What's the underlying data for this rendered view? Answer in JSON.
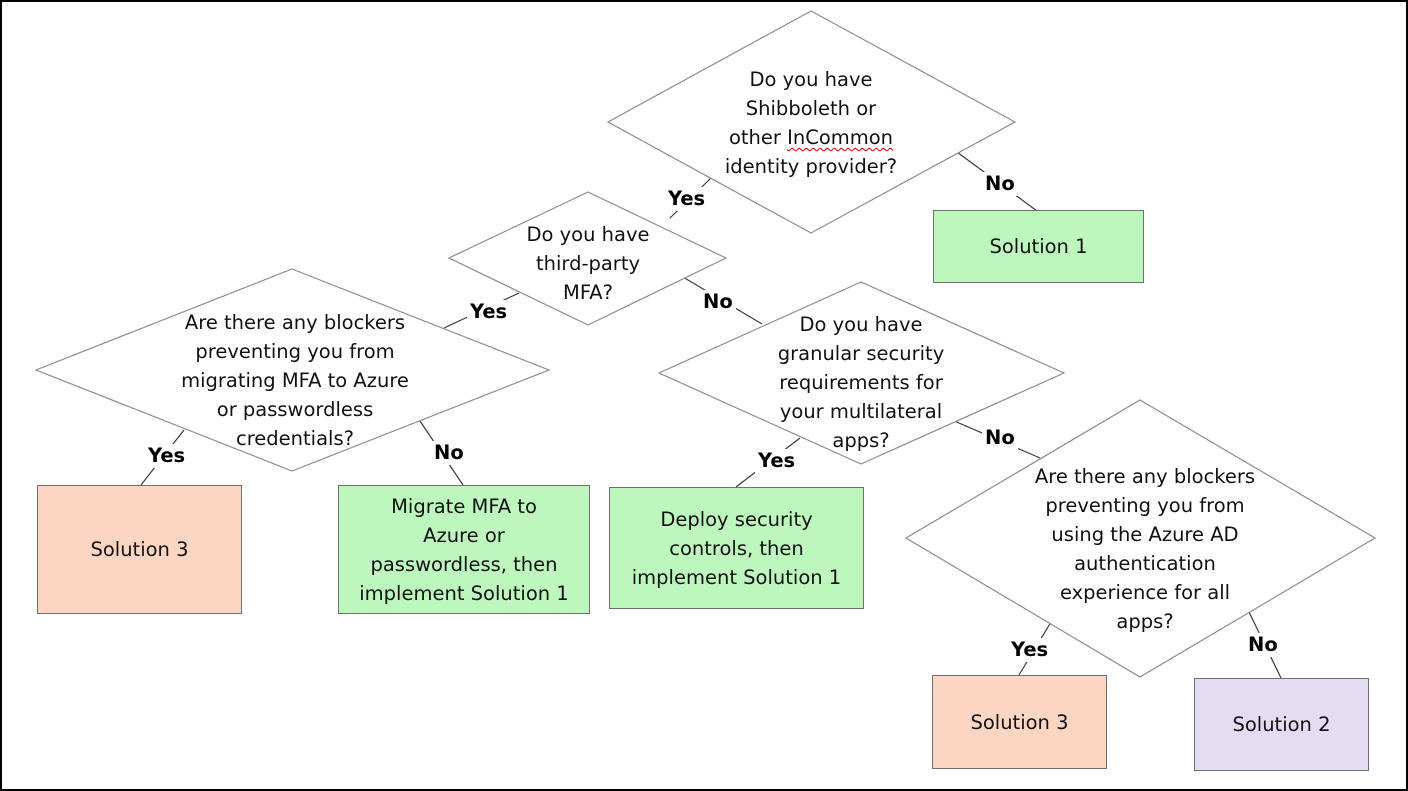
{
  "questions": {
    "q1": "Do you have Shibboleth or other InCommon identity provider?",
    "q2": "Do you have third-party MFA?",
    "q3": "Are there any blockers preventing you from migrating MFA to Azure or passwordless credentials?",
    "q4": "Do you have granular security requirements for your multilateral apps?",
    "q5": "Are there any blockers preventing you from using the Azure AD authentication experience for all apps?"
  },
  "q1_lines": [
    "Do you have",
    "Shibboleth or",
    "other ",
    "InCommon",
    "identity provider?"
  ],
  "q2_lines": [
    "Do you have",
    "third-party",
    "MFA?"
  ],
  "q3_lines": [
    "Are there any blockers",
    "preventing you from",
    "migrating MFA to Azure",
    "or passwordless",
    "credentials?"
  ],
  "q4_lines": [
    "Do you have",
    "granular security",
    "requirements for",
    "your multilateral",
    "apps?"
  ],
  "q5_lines": [
    "Are there any blockers",
    "preventing you from",
    "using the Azure AD",
    "authentication",
    "experience for all",
    "apps?"
  ],
  "outcomes": {
    "o1": "Solution 1",
    "o2_lines": [
      "Migrate MFA to",
      "Azure or",
      "passwordless, then",
      "implement Solution 1"
    ],
    "o3": "Solution 3",
    "o4_lines": [
      "Deploy security",
      "controls, then",
      "implement Solution 1"
    ],
    "o5": "Solution 3",
    "o6": "Solution 2"
  },
  "labels": {
    "yes": "Yes",
    "no": "No"
  },
  "colors": {
    "green": "#bdf7bd",
    "salmon": "#fdd5c3",
    "lavender": "#e4dcf3"
  }
}
